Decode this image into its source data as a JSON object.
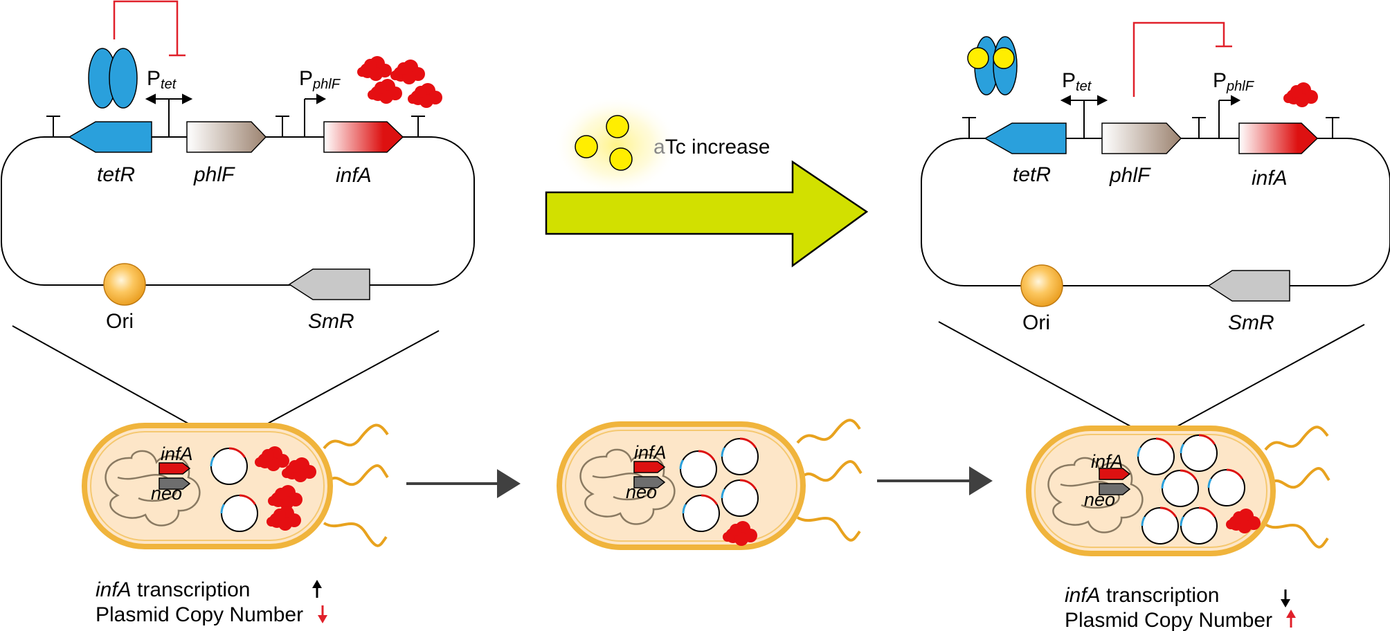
{
  "colors": {
    "cell_fill": "#fde6c8",
    "cell_border": "#f0b43c",
    "tetR": "#2aa0dc",
    "infA_red": "#dd1111",
    "cloud": "#e50f12",
    "gray_gene": "#c8c8c8",
    "arrow_green": "#d2e000",
    "atc_yellow": "#ffee00",
    "repression": "#e0202a",
    "flagella": "#e8a21e"
  },
  "left_plasmid": {
    "p_tet_main": "P",
    "p_tet_sub": "tet",
    "p_phlf_main": "P",
    "p_phlf_sub": "phlF",
    "gene_tetR": "tetR",
    "gene_phlF": "phlF",
    "gene_infA": "infA",
    "ori": "Ori",
    "gene_SmR": "SmR"
  },
  "right_plasmid": {
    "p_tet_main": "P",
    "p_tet_sub": "tet",
    "p_phlf_main": "P",
    "p_phlf_sub": "phlF",
    "gene_tetR": "tetR",
    "gene_phlF": "phlF",
    "gene_infA": "infA",
    "ori": "Ori",
    "gene_SmR": "SmR"
  },
  "inducer": {
    "prefix": "a",
    "label": "Tc increase"
  },
  "cells": {
    "left": {
      "gene_top": "infA",
      "gene_bottom": "neo"
    },
    "middle": {
      "gene_top": "infA",
      "gene_bottom": "neo"
    },
    "right": {
      "gene_top": "infA",
      "gene_bottom": "neo"
    }
  },
  "captions": {
    "left": {
      "line1_gene": "infA",
      "line1_rest": " transcription",
      "line2": "Plasmid Copy Number"
    },
    "right": {
      "line1_gene": "infA",
      "line1_rest": " transcription",
      "line2": "Plasmid Copy Number"
    }
  }
}
